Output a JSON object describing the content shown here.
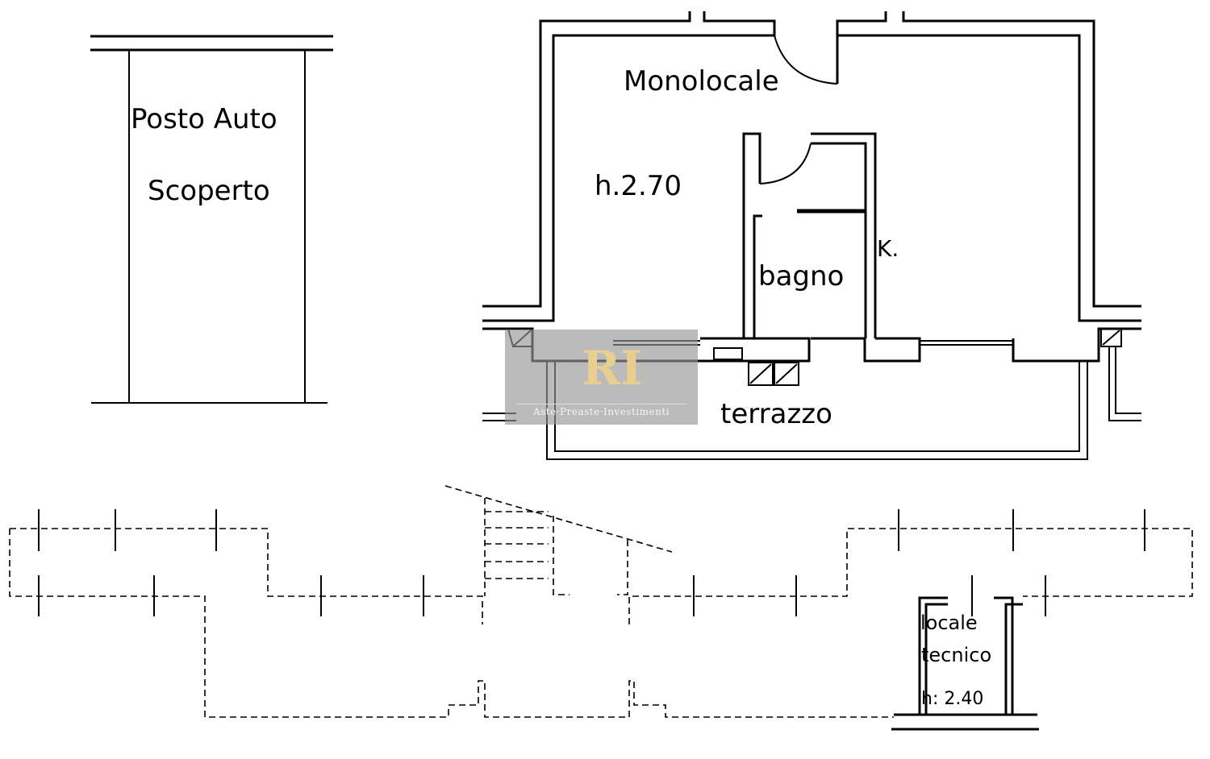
{
  "rooms": {
    "parking_line1": "Posto Auto",
    "parking_line2": "Scoperto",
    "studio": "Monolocale",
    "studio_height": "h.2.70",
    "bathroom": "bagno",
    "kitchen": "K.",
    "terrace": "terrazzo",
    "tech_line1": "locale",
    "tech_line2": "tecnico",
    "tech_height": "h: 2.40"
  },
  "watermark": {
    "logo": "RI",
    "text": "Aste·Preaste·Investimenti"
  }
}
